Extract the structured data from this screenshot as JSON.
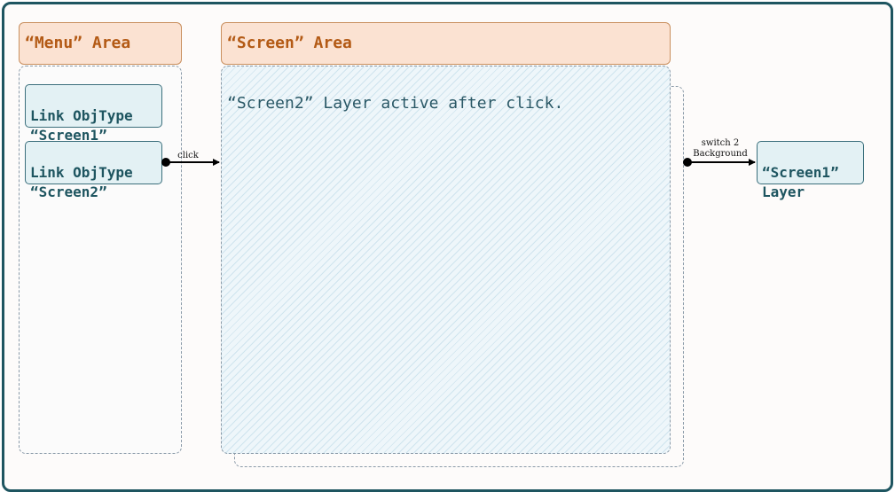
{
  "diagram": {
    "menu_area_title": "“Menu” Area",
    "screen_area_title": "“Screen” Area",
    "menu_links": [
      {
        "label": "Link ObjType\n“Screen1”"
      },
      {
        "label": "Link ObjType\n“Screen2”"
      }
    ],
    "screen_text": "“Screen2” Layer active after click.",
    "connector_click_label": "click",
    "connector_switch_label": "switch 2\nBackground",
    "screen1_layer_label": "“Screen1”\nLayer"
  },
  "colors": {
    "frame_border": "#1e5560",
    "area_header_fill": "#fbe2d2",
    "area_header_text": "#b35a15",
    "link_fill": "#e3f1f4",
    "link_text": "#1e5560"
  }
}
